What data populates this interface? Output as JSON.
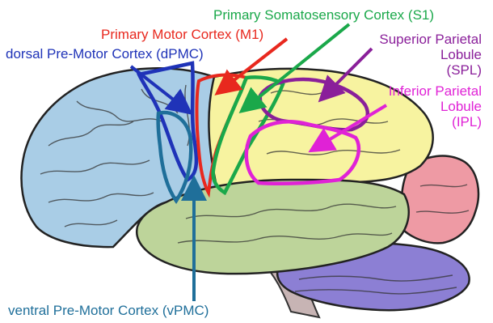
{
  "labels": {
    "s1": {
      "text": "Primary Somatosensory Cortex (S1)",
      "color": "#1aa84a"
    },
    "m1": {
      "text": "Primary Motor Cortex (M1)",
      "color": "#e8281e"
    },
    "dpmc": {
      "text": "dorsal Pre-Motor Cortex (dPMC)",
      "color": "#1f33b8"
    },
    "spl": {
      "lines": [
        "Superior Parietal",
        "Lobule",
        "(SPL)"
      ],
      "color": "#8a1f9a"
    },
    "ipl": {
      "lines": [
        "Inferior Parietal",
        "Lobule",
        "(IPL)"
      ],
      "color": "#e022d6"
    },
    "vpmc": {
      "text": "ventral Pre-Motor Cortex (vPMC)",
      "color": "#1f6f9a"
    }
  },
  "lobe_colors": {
    "frontal": "#a9cde6",
    "parietal": "#f7f3a0",
    "temporal": "#bdd49a",
    "occipital": "#ee9aa4",
    "cerebellum": "#8c7fd4",
    "brainstem": "#c7b4b4"
  }
}
